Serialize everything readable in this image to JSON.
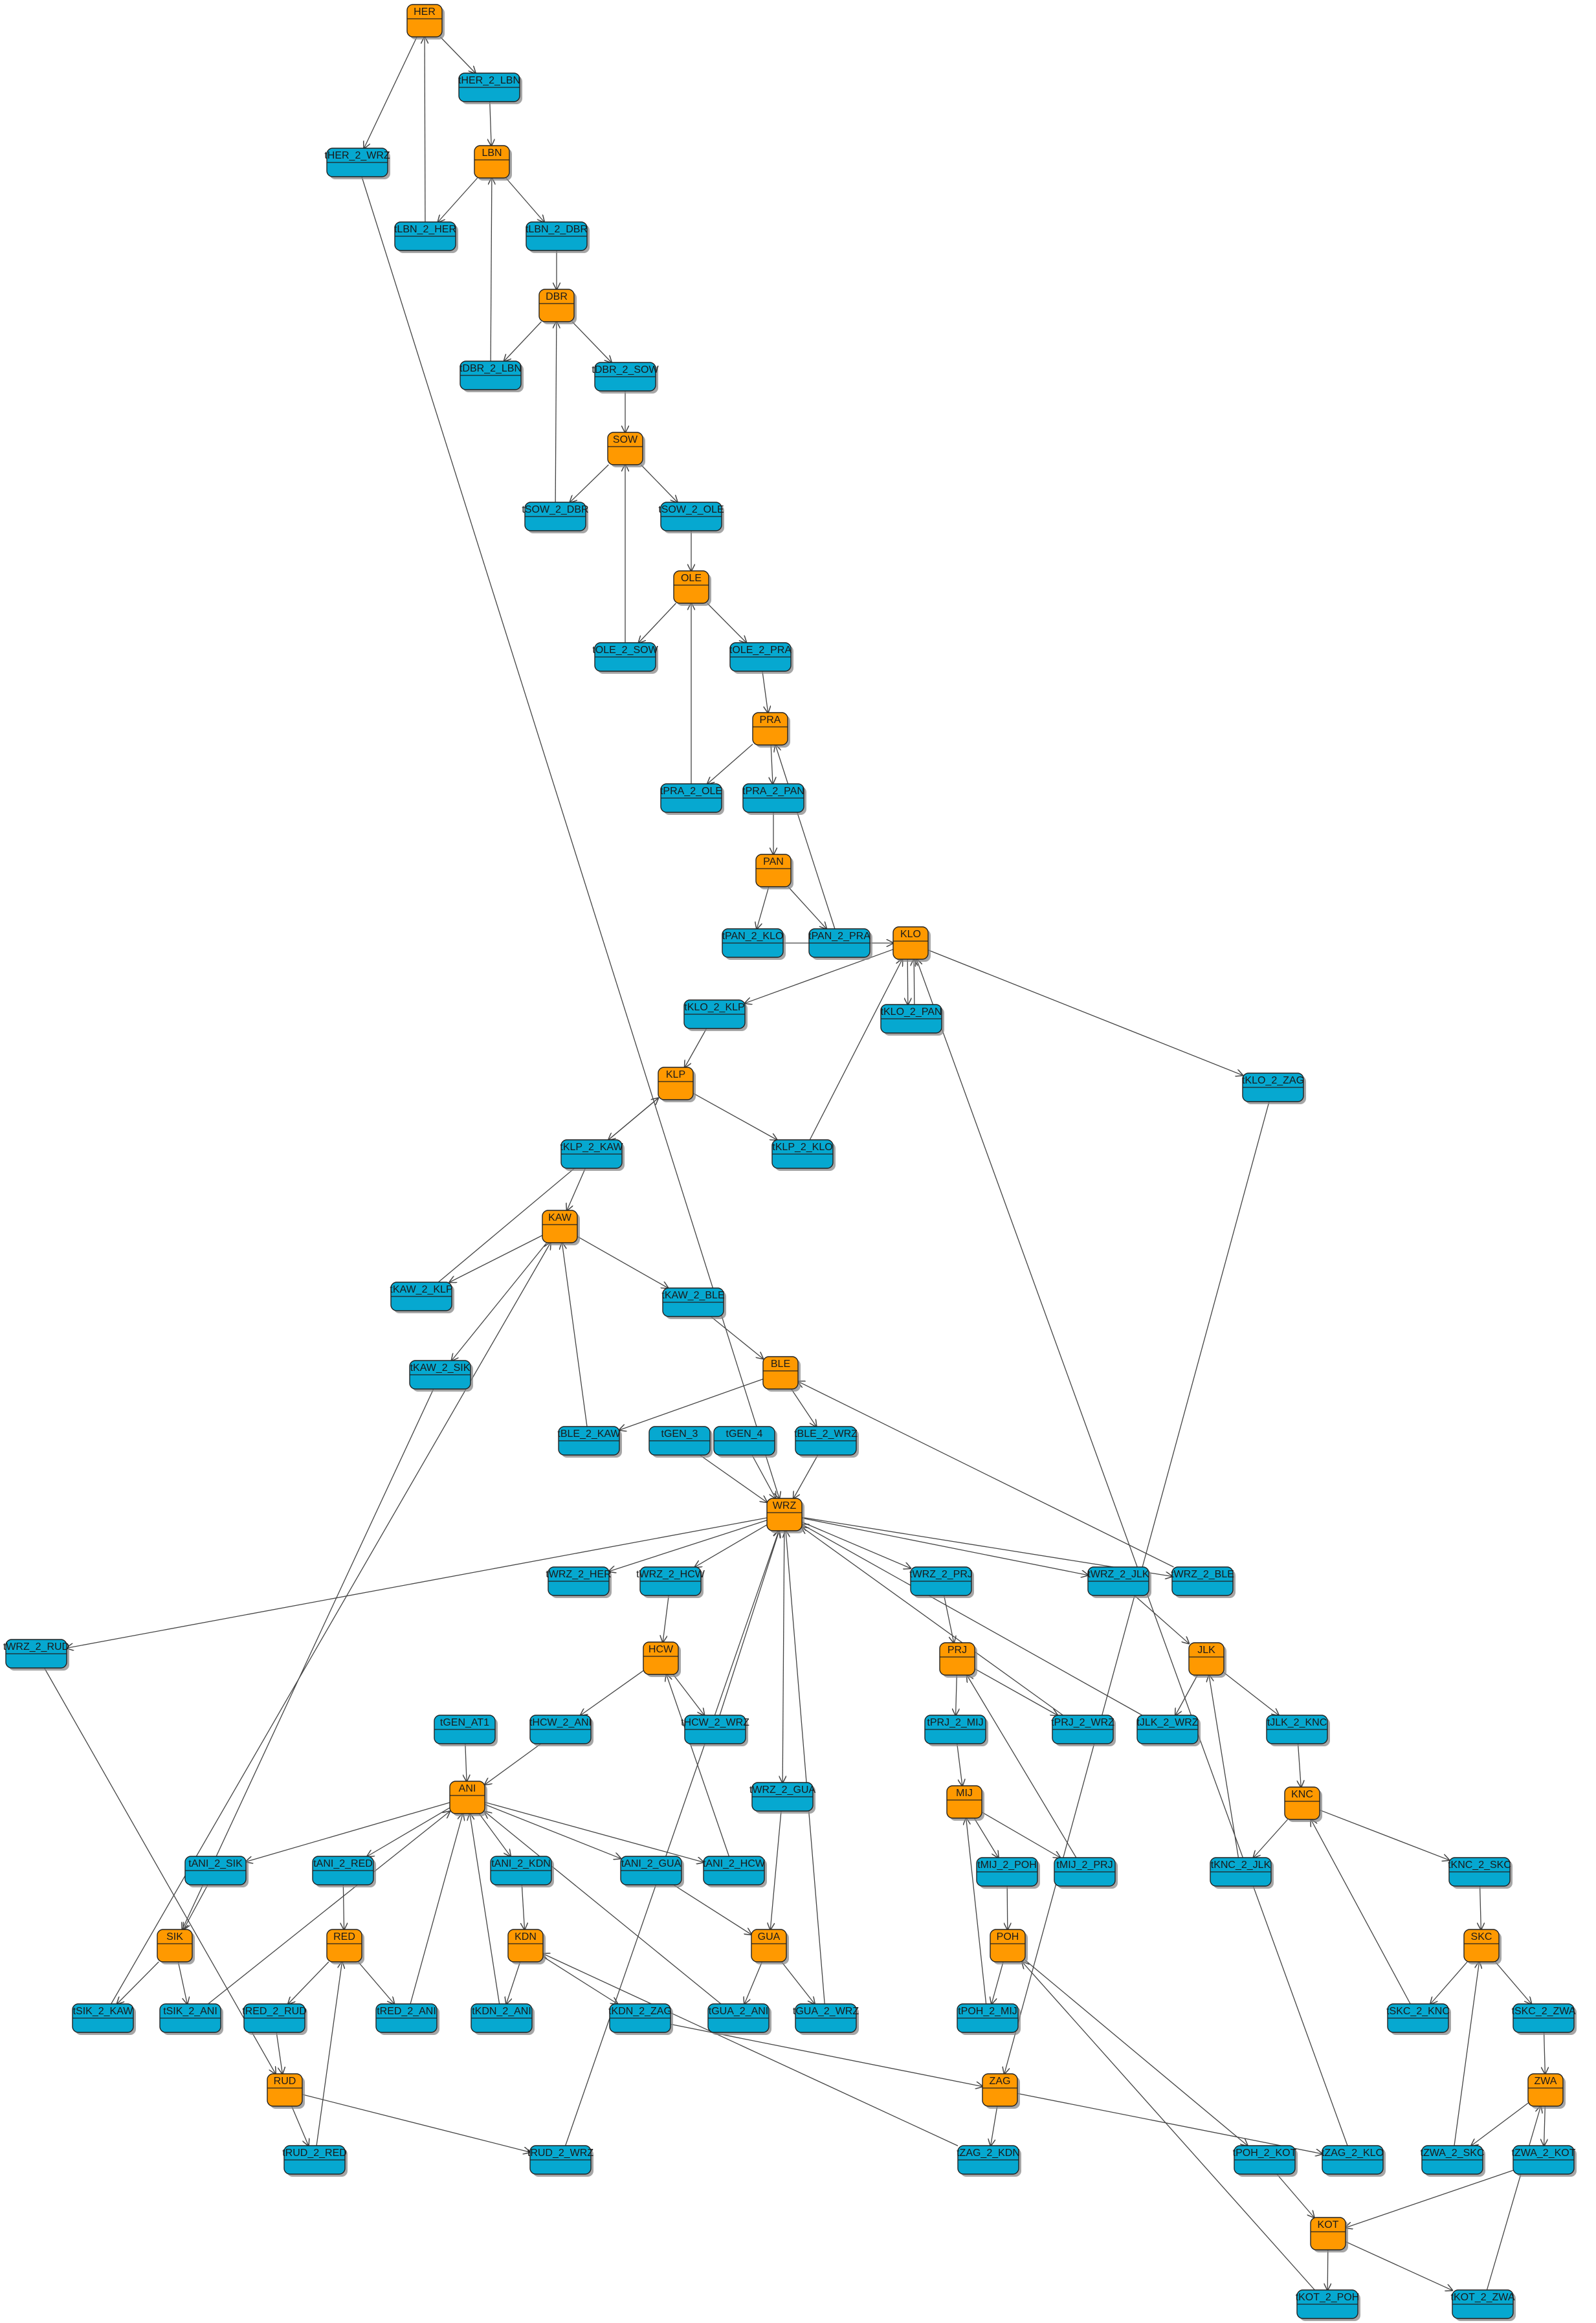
{
  "colors": {
    "place_fill": "#FF9900",
    "transition_fill": "#06A8D0",
    "stroke": "#222222",
    "edge": "#444444",
    "shadow": "#888888"
  },
  "diagram": {
    "places": [
      {
        "id": "HER",
        "label": "HER"
      },
      {
        "id": "LBN",
        "label": "LBN"
      },
      {
        "id": "DBR",
        "label": "DBR"
      },
      {
        "id": "SOW",
        "label": "SOW"
      },
      {
        "id": "OLE",
        "label": "OLE"
      },
      {
        "id": "PRA",
        "label": "PRA"
      },
      {
        "id": "PAN",
        "label": "PAN"
      },
      {
        "id": "KLO",
        "label": "KLO"
      },
      {
        "id": "KLP",
        "label": "KLP"
      },
      {
        "id": "KAW",
        "label": "KAW"
      },
      {
        "id": "BLE",
        "label": "BLE"
      },
      {
        "id": "WRZ",
        "label": "WRZ"
      },
      {
        "id": "HCW",
        "label": "HCW"
      },
      {
        "id": "PRJ",
        "label": "PRJ"
      },
      {
        "id": "JLK",
        "label": "JLK"
      },
      {
        "id": "ANI",
        "label": "ANI"
      },
      {
        "id": "MIJ",
        "label": "MIJ"
      },
      {
        "id": "KNC",
        "label": "KNC"
      },
      {
        "id": "SIK",
        "label": "SIK"
      },
      {
        "id": "RED",
        "label": "RED"
      },
      {
        "id": "KDN",
        "label": "KDN"
      },
      {
        "id": "GUA",
        "label": "GUA"
      },
      {
        "id": "POH",
        "label": "POH"
      },
      {
        "id": "SKC",
        "label": "SKC"
      },
      {
        "id": "RUD",
        "label": "RUD"
      },
      {
        "id": "ZAG",
        "label": "ZAG"
      },
      {
        "id": "ZWA",
        "label": "ZWA"
      },
      {
        "id": "KOT",
        "label": "KOT"
      }
    ],
    "transitions": [
      {
        "id": "tHER_2_LBN",
        "label": "tHER_2_LBN"
      },
      {
        "id": "tHER_2_WRZ",
        "label": "tHER_2_WRZ"
      },
      {
        "id": "tLBN_2_HER",
        "label": "tLBN_2_HER"
      },
      {
        "id": "tLBN_2_DBR",
        "label": "tLBN_2_DBR"
      },
      {
        "id": "tDBR_2_LBN",
        "label": "tDBR_2_LBN"
      },
      {
        "id": "tDBR_2_SOW",
        "label": "tDBR_2_SOW"
      },
      {
        "id": "tSOW_2_DBR",
        "label": "tSOW_2_DBR"
      },
      {
        "id": "tSOW_2_OLE",
        "label": "tSOW_2_OLE"
      },
      {
        "id": "tOLE_2_SOW",
        "label": "tOLE_2_SOW"
      },
      {
        "id": "tOLE_2_PRA",
        "label": "tOLE_2_PRA"
      },
      {
        "id": "tPRA_2_OLE",
        "label": "tPRA_2_OLE"
      },
      {
        "id": "tPRA_2_PAN",
        "label": "tPRA_2_PAN"
      },
      {
        "id": "tPAN_2_KLO",
        "label": "tPAN_2_KLO"
      },
      {
        "id": "tPAN_2_PRA",
        "label": "tPAN_2_PRA"
      },
      {
        "id": "tKLO_2_KLP",
        "label": "tKLO_2_KLP"
      },
      {
        "id": "tKLO_2_PAN",
        "label": "tKLO_2_PAN"
      },
      {
        "id": "tKLO_2_ZAG",
        "label": "tKLO_2_ZAG"
      },
      {
        "id": "tKLP_2_KAW",
        "label": "tKLP_2_KAW"
      },
      {
        "id": "tKLP_2_KLO",
        "label": "tKLP_2_KLO"
      },
      {
        "id": "tKAW_2_KLP",
        "label": "tKAW_2_KLP"
      },
      {
        "id": "tKAW_2_BLE",
        "label": "tKAW_2_BLE"
      },
      {
        "id": "tKAW_2_SIK",
        "label": "tKAW_2_SIK"
      },
      {
        "id": "tBLE_2_KAW",
        "label": "tBLE_2_KAW"
      },
      {
        "id": "tGEN_3",
        "label": "tGEN_3"
      },
      {
        "id": "tGEN_4",
        "label": "tGEN_4"
      },
      {
        "id": "tBLE_2_WRZ",
        "label": "tBLE_2_WRZ"
      },
      {
        "id": "tWRZ_2_RUD",
        "label": "tWRZ_2_RUD"
      },
      {
        "id": "tWRZ_2_HER",
        "label": "tWRZ_2_HER"
      },
      {
        "id": "tWRZ_2_HCW",
        "label": "tWRZ_2_HCW"
      },
      {
        "id": "tWRZ_2_PRJ",
        "label": "tWRZ_2_PRJ"
      },
      {
        "id": "tWRZ_2_JLK",
        "label": "tWRZ_2_JLK"
      },
      {
        "id": "tWRZ_2_BLE",
        "label": "tWRZ_2_BLE"
      },
      {
        "id": "tGEN_AT1",
        "label": "tGEN_AT1"
      },
      {
        "id": "tHCW_2_ANI",
        "label": "tHCW_2_ANI"
      },
      {
        "id": "tHCW_2_WRZ",
        "label": "tHCW_2_WRZ"
      },
      {
        "id": "tPRJ_2_MIJ",
        "label": "tPRJ_2_MIJ"
      },
      {
        "id": "tPRJ_2_WRZ",
        "label": "tPRJ_2_WRZ"
      },
      {
        "id": "tJLK_2_WRZ",
        "label": "tJLK_2_WRZ"
      },
      {
        "id": "tJLK_2_KNC",
        "label": "tJLK_2_KNC"
      },
      {
        "id": "tWRZ_2_GUA",
        "label": "tWRZ_2_GUA"
      },
      {
        "id": "tANI_2_SIK",
        "label": "tANI_2_SIK"
      },
      {
        "id": "tANI_2_RED",
        "label": "tANI_2_RED"
      },
      {
        "id": "tANI_2_KDN",
        "label": "tANI_2_KDN"
      },
      {
        "id": "tANI_2_GUA",
        "label": "tANI_2_GUA"
      },
      {
        "id": "tANI_2_HCW",
        "label": "tANI_2_HCW"
      },
      {
        "id": "tMIJ_2_POH",
        "label": "tMIJ_2_POH"
      },
      {
        "id": "tMIJ_2_PRJ",
        "label": "tMIJ_2_PRJ"
      },
      {
        "id": "tKNC_2_JLK",
        "label": "tKNC_2_JLK"
      },
      {
        "id": "tKNC_2_SKC",
        "label": "tKNC_2_SKC"
      },
      {
        "id": "tSIK_2_KAW",
        "label": "tSIK_2_KAW"
      },
      {
        "id": "tSIK_2_ANI",
        "label": "tSIK_2_ANI"
      },
      {
        "id": "tRED_2_RUD",
        "label": "tRED_2_RUD"
      },
      {
        "id": "tRED_2_ANI",
        "label": "tRED_2_ANI"
      },
      {
        "id": "tKDN_2_ANI",
        "label": "tKDN_2_ANI"
      },
      {
        "id": "tKDN_2_ZAG",
        "label": "tKDN_2_ZAG"
      },
      {
        "id": "tGUA_2_ANI",
        "label": "tGUA_2_ANI"
      },
      {
        "id": "tGUA_2_WRZ",
        "label": "tGUA_2_WRZ"
      },
      {
        "id": "tPOH_2_MIJ",
        "label": "tPOH_2_MIJ"
      },
      {
        "id": "tSKC_2_KNC",
        "label": "tSKC_2_KNC"
      },
      {
        "id": "tSKC_2_ZWA",
        "label": "tSKC_2_ZWA"
      },
      {
        "id": "tRUD_2_RED",
        "label": "tRUD_2_RED"
      },
      {
        "id": "tRUD_2_WRZ",
        "label": "tRUD_2_WRZ"
      },
      {
        "id": "tZAG_2_KDN",
        "label": "tZAG_2_KDN"
      },
      {
        "id": "tPOH_2_KOT",
        "label": "tPOH_2_KOT"
      },
      {
        "id": "tZAG_2_KLO",
        "label": "tZAG_2_KLO"
      },
      {
        "id": "tZWA_2_SKC",
        "label": "tZWA_2_SKC"
      },
      {
        "id": "tZWA_2_KOT",
        "label": "tZWA_2_KOT"
      },
      {
        "id": "tKOT_2_POH",
        "label": "tKOT_2_POH"
      },
      {
        "id": "tKOT_2_ZWA",
        "label": "tKOT_2_ZWA"
      }
    ],
    "edges": [
      [
        "HER",
        "tHER_2_LBN"
      ],
      [
        "HER",
        "tHER_2_WRZ"
      ],
      [
        "tHER_2_LBN",
        "LBN"
      ],
      [
        "tLBN_2_HER",
        "HER"
      ],
      [
        "LBN",
        "tLBN_2_HER"
      ],
      [
        "LBN",
        "tLBN_2_DBR"
      ],
      [
        "tLBN_2_DBR",
        "DBR"
      ],
      [
        "tDBR_2_LBN",
        "LBN"
      ],
      [
        "DBR",
        "tDBR_2_LBN"
      ],
      [
        "DBR",
        "tDBR_2_SOW"
      ],
      [
        "tDBR_2_SOW",
        "SOW"
      ],
      [
        "tSOW_2_DBR",
        "DBR"
      ],
      [
        "SOW",
        "tSOW_2_DBR"
      ],
      [
        "SOW",
        "tSOW_2_OLE"
      ],
      [
        "tSOW_2_OLE",
        "OLE"
      ],
      [
        "tOLE_2_SOW",
        "SOW"
      ],
      [
        "OLE",
        "tOLE_2_SOW"
      ],
      [
        "OLE",
        "tOLE_2_PRA"
      ],
      [
        "tOLE_2_PRA",
        "PRA"
      ],
      [
        "tPRA_2_OLE",
        "OLE"
      ],
      [
        "PRA",
        "tPRA_2_OLE"
      ],
      [
        "PRA",
        "tPRA_2_PAN"
      ],
      [
        "tPRA_2_PAN",
        "PAN"
      ],
      [
        "tPAN_2_PRA",
        "PRA"
      ],
      [
        "PAN",
        "tPAN_2_KLO"
      ],
      [
        "PAN",
        "tPAN_2_PRA"
      ],
      [
        "tPAN_2_KLO",
        "KLO"
      ],
      [
        "tKLO_2_PAN",
        "KLO"
      ],
      [
        "KLO",
        "tKLO_2_KLP"
      ],
      [
        "KLO",
        "tKLO_2_PAN"
      ],
      [
        "KLO",
        "tKLO_2_ZAG"
      ],
      [
        "tKLO_2_KLP",
        "KLP"
      ],
      [
        "tKLP_2_KLO",
        "KLO"
      ],
      [
        "KLP",
        "tKLP_2_KAW"
      ],
      [
        "KLP",
        "tKLP_2_KLO"
      ],
      [
        "tKAW_2_KLP",
        "KLP"
      ],
      [
        "tKLP_2_KAW",
        "KAW"
      ],
      [
        "KAW",
        "tKAW_2_KLP"
      ],
      [
        "KAW",
        "tKAW_2_BLE"
      ],
      [
        "KAW",
        "tKAW_2_SIK"
      ],
      [
        "tBLE_2_KAW",
        "KAW"
      ],
      [
        "tSIK_2_KAW",
        "KAW"
      ],
      [
        "tKAW_2_BLE",
        "BLE"
      ],
      [
        "BLE",
        "tBLE_2_KAW"
      ],
      [
        "BLE",
        "tBLE_2_WRZ"
      ],
      [
        "tWRZ_2_BLE",
        "BLE"
      ],
      [
        "tBLE_2_WRZ",
        "WRZ"
      ],
      [
        "tGEN_3",
        "WRZ"
      ],
      [
        "tGEN_4",
        "WRZ"
      ],
      [
        "tHER_2_WRZ",
        "WRZ"
      ],
      [
        "WRZ",
        "tWRZ_2_RUD"
      ],
      [
        "WRZ",
        "tWRZ_2_HER"
      ],
      [
        "WRZ",
        "tWRZ_2_HCW"
      ],
      [
        "WRZ",
        "tWRZ_2_PRJ"
      ],
      [
        "WRZ",
        "tWRZ_2_JLK"
      ],
      [
        "WRZ",
        "tWRZ_2_BLE"
      ],
      [
        "WRZ",
        "tWRZ_2_GUA"
      ],
      [
        "tHCW_2_WRZ",
        "WRZ"
      ],
      [
        "tPRJ_2_WRZ",
        "WRZ"
      ],
      [
        "tJLK_2_WRZ",
        "WRZ"
      ],
      [
        "tGUA_2_WRZ",
        "WRZ"
      ],
      [
        "tRUD_2_WRZ",
        "WRZ"
      ],
      [
        "tWRZ_2_HCW",
        "HCW"
      ],
      [
        "HCW",
        "tHCW_2_ANI"
      ],
      [
        "HCW",
        "tHCW_2_WRZ"
      ],
      [
        "tANI_2_HCW",
        "HCW"
      ],
      [
        "tWRZ_2_PRJ",
        "PRJ"
      ],
      [
        "PRJ",
        "tPRJ_2_MIJ"
      ],
      [
        "PRJ",
        "tPRJ_2_WRZ"
      ],
      [
        "tMIJ_2_PRJ",
        "PRJ"
      ],
      [
        "tWRZ_2_JLK",
        "JLK"
      ],
      [
        "JLK",
        "tJLK_2_WRZ"
      ],
      [
        "JLK",
        "tJLK_2_KNC"
      ],
      [
        "tKNC_2_JLK",
        "JLK"
      ],
      [
        "tHCW_2_ANI",
        "ANI"
      ],
      [
        "tGEN_AT1",
        "ANI"
      ],
      [
        "ANI",
        "tANI_2_SIK"
      ],
      [
        "ANI",
        "tANI_2_RED"
      ],
      [
        "ANI",
        "tANI_2_KDN"
      ],
      [
        "ANI",
        "tANI_2_GUA"
      ],
      [
        "ANI",
        "tANI_2_HCW"
      ],
      [
        "tSIK_2_ANI",
        "ANI"
      ],
      [
        "tRED_2_ANI",
        "ANI"
      ],
      [
        "tKDN_2_ANI",
        "ANI"
      ],
      [
        "tGUA_2_ANI",
        "ANI"
      ],
      [
        "tPRJ_2_MIJ",
        "MIJ"
      ],
      [
        "MIJ",
        "tMIJ_2_POH"
      ],
      [
        "MIJ",
        "tMIJ_2_PRJ"
      ],
      [
        "tPOH_2_MIJ",
        "MIJ"
      ],
      [
        "tJLK_2_KNC",
        "KNC"
      ],
      [
        "KNC",
        "tKNC_2_JLK"
      ],
      [
        "KNC",
        "tKNC_2_SKC"
      ],
      [
        "tSKC_2_KNC",
        "KNC"
      ],
      [
        "tANI_2_SIK",
        "SIK"
      ],
      [
        "tKAW_2_SIK",
        "SIK"
      ],
      [
        "SIK",
        "tSIK_2_KAW"
      ],
      [
        "SIK",
        "tSIK_2_ANI"
      ],
      [
        "tANI_2_RED",
        "RED"
      ],
      [
        "tRUD_2_RED",
        "RED"
      ],
      [
        "RED",
        "tRED_2_RUD"
      ],
      [
        "RED",
        "tRED_2_ANI"
      ],
      [
        "tANI_2_KDN",
        "KDN"
      ],
      [
        "tZAG_2_KDN",
        "KDN"
      ],
      [
        "KDN",
        "tKDN_2_ANI"
      ],
      [
        "KDN",
        "tKDN_2_ZAG"
      ],
      [
        "tANI_2_GUA",
        "GUA"
      ],
      [
        "tWRZ_2_GUA",
        "GUA"
      ],
      [
        "GUA",
        "tGUA_2_ANI"
      ],
      [
        "GUA",
        "tGUA_2_WRZ"
      ],
      [
        "tMIJ_2_POH",
        "POH"
      ],
      [
        "tKOT_2_POH",
        "POH"
      ],
      [
        "POH",
        "tPOH_2_MIJ"
      ],
      [
        "POH",
        "tPOH_2_KOT"
      ],
      [
        "tKNC_2_SKC",
        "SKC"
      ],
      [
        "tZWA_2_SKC",
        "SKC"
      ],
      [
        "SKC",
        "tSKC_2_KNC"
      ],
      [
        "SKC",
        "tSKC_2_ZWA"
      ],
      [
        "tWRZ_2_RUD",
        "RUD"
      ],
      [
        "tRED_2_RUD",
        "RUD"
      ],
      [
        "RUD",
        "tRUD_2_RED"
      ],
      [
        "RUD",
        "tRUD_2_WRZ"
      ],
      [
        "tKDN_2_ZAG",
        "ZAG"
      ],
      [
        "tKLO_2_ZAG",
        "ZAG"
      ],
      [
        "ZAG",
        "tZAG_2_KDN"
      ],
      [
        "ZAG",
        "tZAG_2_KLO"
      ],
      [
        "tZAG_2_KLO",
        "KLO"
      ],
      [
        "tSKC_2_ZWA",
        "ZWA"
      ],
      [
        "tKOT_2_ZWA",
        "ZWA"
      ],
      [
        "ZWA",
        "tZWA_2_SKC"
      ],
      [
        "ZWA",
        "tZWA_2_KOT"
      ],
      [
        "tPOH_2_KOT",
        "KOT"
      ],
      [
        "tZWA_2_KOT",
        "KOT"
      ],
      [
        "KOT",
        "tKOT_2_POH"
      ],
      [
        "KOT",
        "tKOT_2_ZWA"
      ]
    ]
  }
}
